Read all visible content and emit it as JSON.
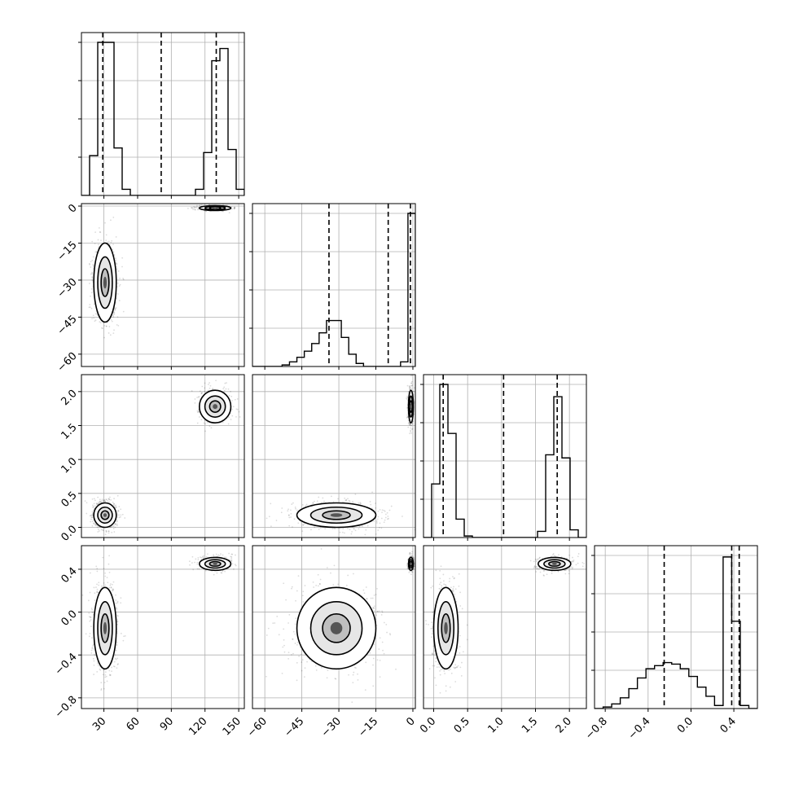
{
  "chart_data": {
    "type": "corner",
    "title": "",
    "parameters": [
      {
        "label": "",
        "lim": [
          10,
          155
        ],
        "ticks": [
          30,
          60,
          90,
          120,
          150
        ],
        "tick_labels": [
          "30",
          "60",
          "90",
          "120",
          "150"
        ],
        "quantiles": [
          29,
          81,
          130
        ],
        "hist_bins": [
          0,
          0.26,
          1.0,
          1.0,
          0.31,
          0.04,
          0,
          0,
          0,
          0,
          0,
          0,
          0,
          0,
          0.04,
          0.28,
          0.88,
          0.96,
          0.3,
          0.04
        ],
        "clusters": [
          {
            "mean": 31,
            "sd": 5,
            "weight": 0.62
          },
          {
            "mean": 129,
            "sd": 7,
            "weight": 0.38
          }
        ]
      },
      {
        "label": "",
        "lim": [
          -65,
          1
        ],
        "ticks": [
          -60,
          -45,
          -30,
          -15,
          0
        ],
        "tick_labels": [
          "−60",
          "−45",
          "−30",
          "−15",
          "0"
        ],
        "quantiles": [
          -34,
          -10,
          -1
        ],
        "hist_bins": [
          0,
          0,
          0,
          0,
          0.01,
          0.03,
          0.06,
          0.1,
          0.15,
          0.22,
          0.3,
          0.3,
          0.19,
          0.08,
          0.02,
          0,
          0,
          0,
          0,
          0,
          0.03,
          1.0
        ],
        "clusters": [
          {
            "mean": -31,
            "sd": 8,
            "weight": 0.62
          },
          {
            "mean": -0.8,
            "sd": 0.5,
            "weight": 0.38
          }
        ]
      },
      {
        "label": "",
        "lim": [
          -0.15,
          2.25
        ],
        "ticks": [
          0.0,
          0.5,
          1.0,
          1.5,
          2.0
        ],
        "tick_labels": [
          "0.0",
          "0.5",
          "1.0",
          "1.5",
          "2.0"
        ],
        "quantiles": [
          0.14,
          1.03,
          1.82
        ],
        "hist_bins": [
          0,
          0.35,
          1.0,
          0.68,
          0.12,
          0.01,
          0,
          0,
          0,
          0,
          0,
          0,
          0,
          0,
          0.04,
          0.54,
          0.92,
          0.52,
          0.05,
          0
        ],
        "clusters": [
          {
            "mean": 0.18,
            "sd": 0.09,
            "weight": 0.62
          },
          {
            "mean": 1.78,
            "sd": 0.12,
            "weight": 0.38
          }
        ]
      },
      {
        "label": "",
        "lim": [
          -0.9,
          0.62
        ],
        "ticks": [
          -0.8,
          -0.4,
          0.0,
          0.4
        ],
        "tick_labels": [
          "−0.8",
          "−0.4",
          "0.0",
          "0.4"
        ],
        "quantiles": [
          -0.25,
          0.38,
          0.45
        ],
        "hist_bins": [
          0,
          0.01,
          0.03,
          0.07,
          0.13,
          0.2,
          0.26,
          0.28,
          0.3,
          0.29,
          0.26,
          0.21,
          0.14,
          0.08,
          0.02,
          0.99,
          0.57,
          0.02,
          0
        ],
        "clusters": [
          {
            "mean": -0.15,
            "sd": 0.19,
            "weight": 0.62
          },
          {
            "mean": 0.45,
            "sd": 0.03,
            "weight": 0.38
          }
        ]
      }
    ],
    "style": {
      "line_color": "#000000",
      "grid_color": "#b0b0b0",
      "scatter_color": "#000000",
      "contour_fill": [
        "#ffffff",
        "#e6e6e6",
        "#bfbfbf",
        "#555555"
      ]
    }
  }
}
